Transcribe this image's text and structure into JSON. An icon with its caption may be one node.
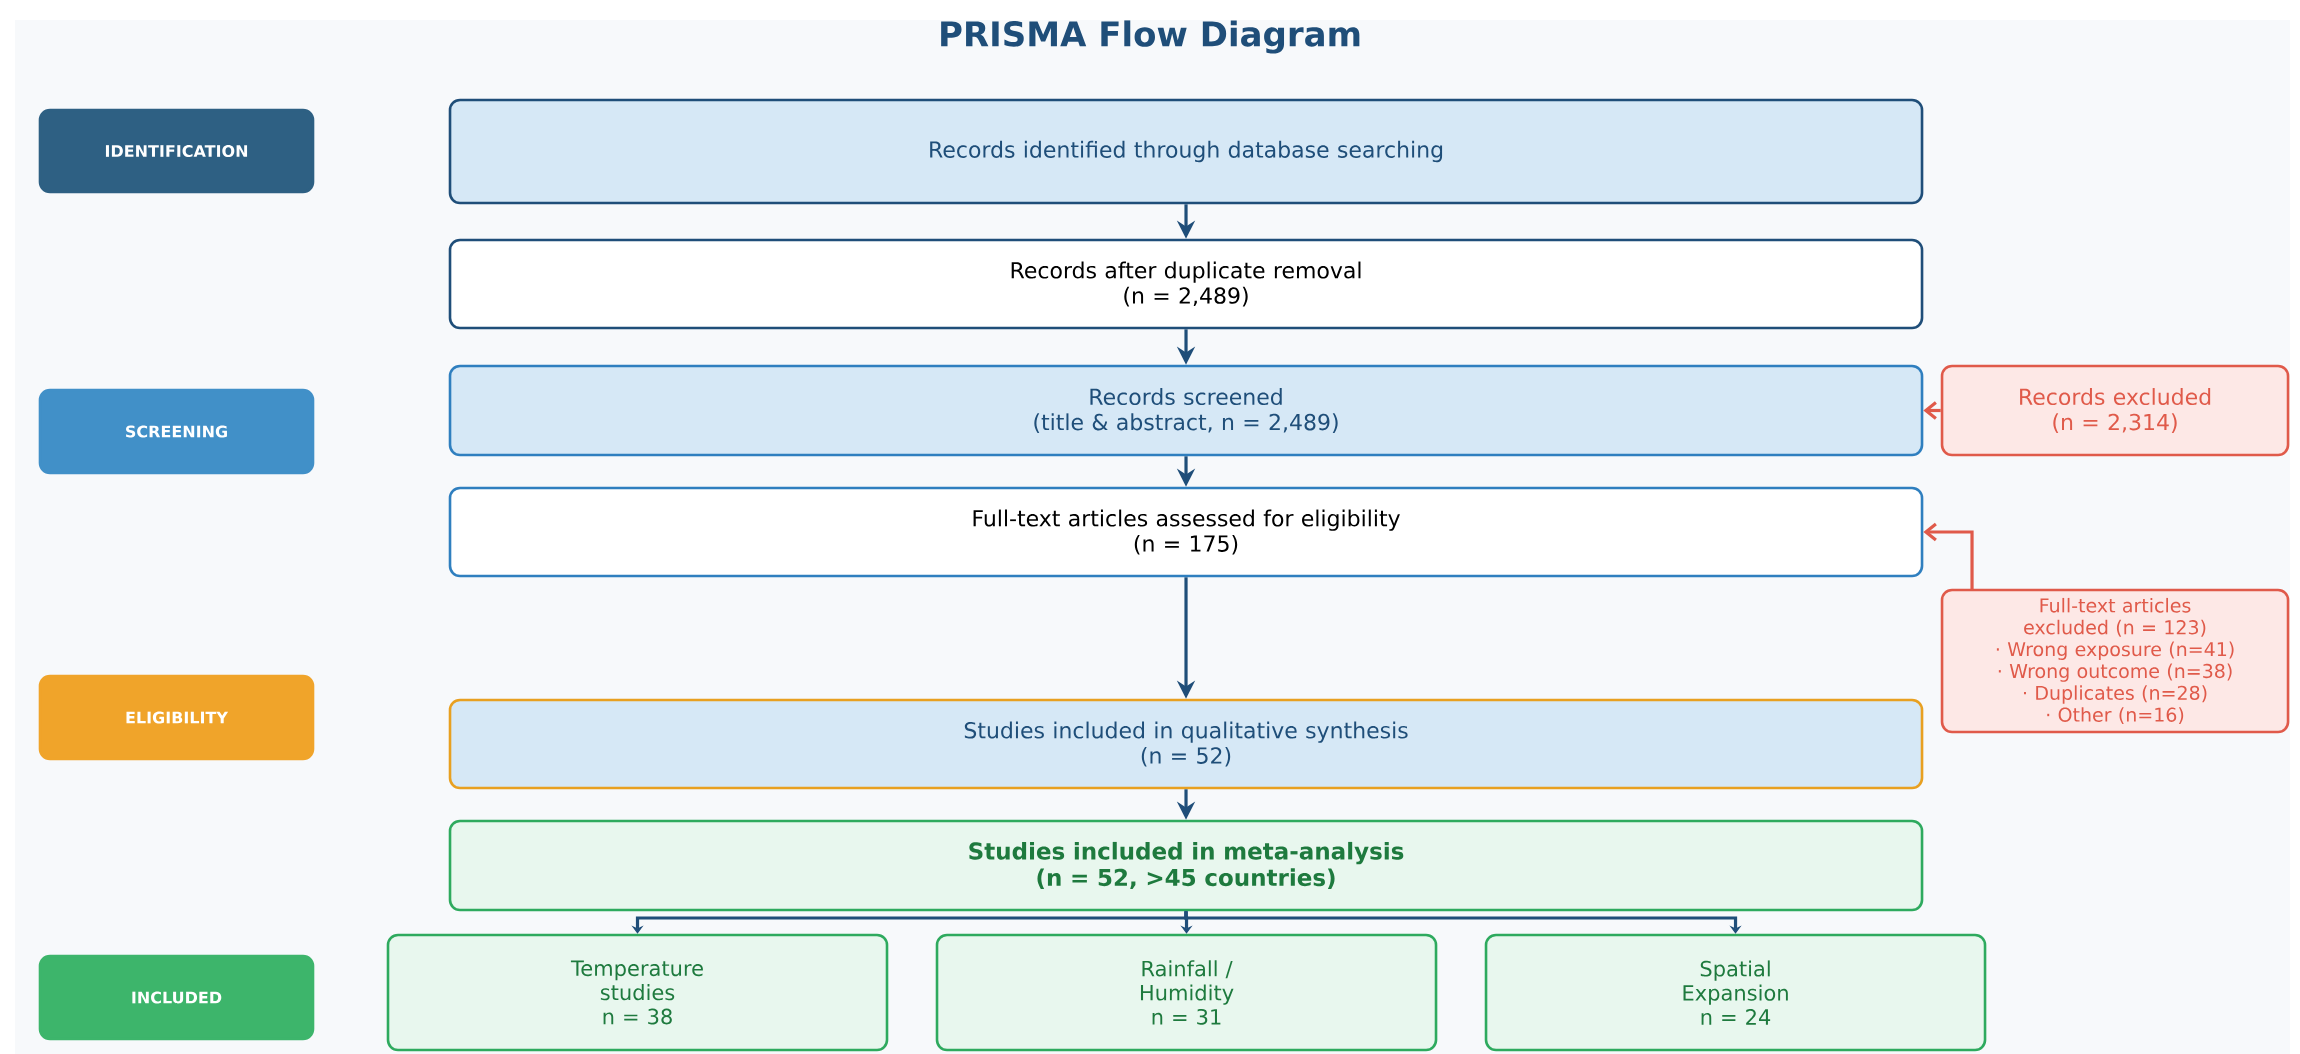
{
  "diagram": {
    "title": "PRISMA Flow Diagram",
    "nodes": [
      {
        "text": [
          "IDENTIFICATION"
        ]
      },
      {
        "text": [
          "Records identified through database searching"
        ]
      },
      {
        "text": [
          "Records after duplicate removal",
          "(n = 2,489)"
        ]
      },
      {
        "text": [
          "SCREENING"
        ]
      },
      {
        "text": [
          "Records screened",
          "(title & abstract, n = 2,489)"
        ]
      },
      {
        "text": [
          "Records excluded",
          "(n = 2,314)"
        ]
      },
      {
        "text": [
          "Full-text articles assessed for eligibility",
          "(n = 175)"
        ]
      },
      {
        "text": [
          "Full-text articles excluded (n = 123)",
          "· Wrong exposure (n=41)",
          "· Wrong outcome (n=38)",
          "· Duplicates (n=28)",
          "· Other (n=16)"
        ]
      },
      {
        "text": [
          "ELIGIBILITY"
        ]
      },
      {
        "text": [
          "Studies included in qualitative synthesis",
          "(n = 52)"
        ]
      },
      {
        "text": [
          "Studies included in meta-analysis",
          "(n = 52, >45 countries)"
        ]
      },
      {
        "text": [
          "INCLUDED"
        ]
      },
      {
        "text": [
          "Temperature studies",
          "n = 38"
        ]
      },
      {
        "text": [
          "Rainfall / Humidity",
          "n = 31"
        ]
      },
      {
        "text": [
          "Spatial Expansion",
          "n = 24"
        ]
      }
    ],
    "edges": [
      {
        "from": 1,
        "to": 2,
        "arrow": "to"
      },
      {
        "from": 2,
        "to": 4,
        "arrow": "to"
      },
      {
        "from": 4,
        "to": 6,
        "arrow": "to"
      },
      {
        "from": 5,
        "to": 4,
        "arrow": "to",
        "color": "#e05a4a"
      },
      {
        "from": 7,
        "to": 6,
        "arrow": "to",
        "color": "#e05a4a"
      },
      {
        "from": 6,
        "to": 9,
        "arrow": "to"
      },
      {
        "from": 9,
        "to": 10,
        "arrow": "to"
      },
      {
        "from": 10,
        "to": 12,
        "arrow": "to"
      },
      {
        "from": 10,
        "to": 13,
        "arrow": "to"
      },
      {
        "from": 10,
        "to": 14,
        "arrow": "to"
      }
    ]
  }
}
